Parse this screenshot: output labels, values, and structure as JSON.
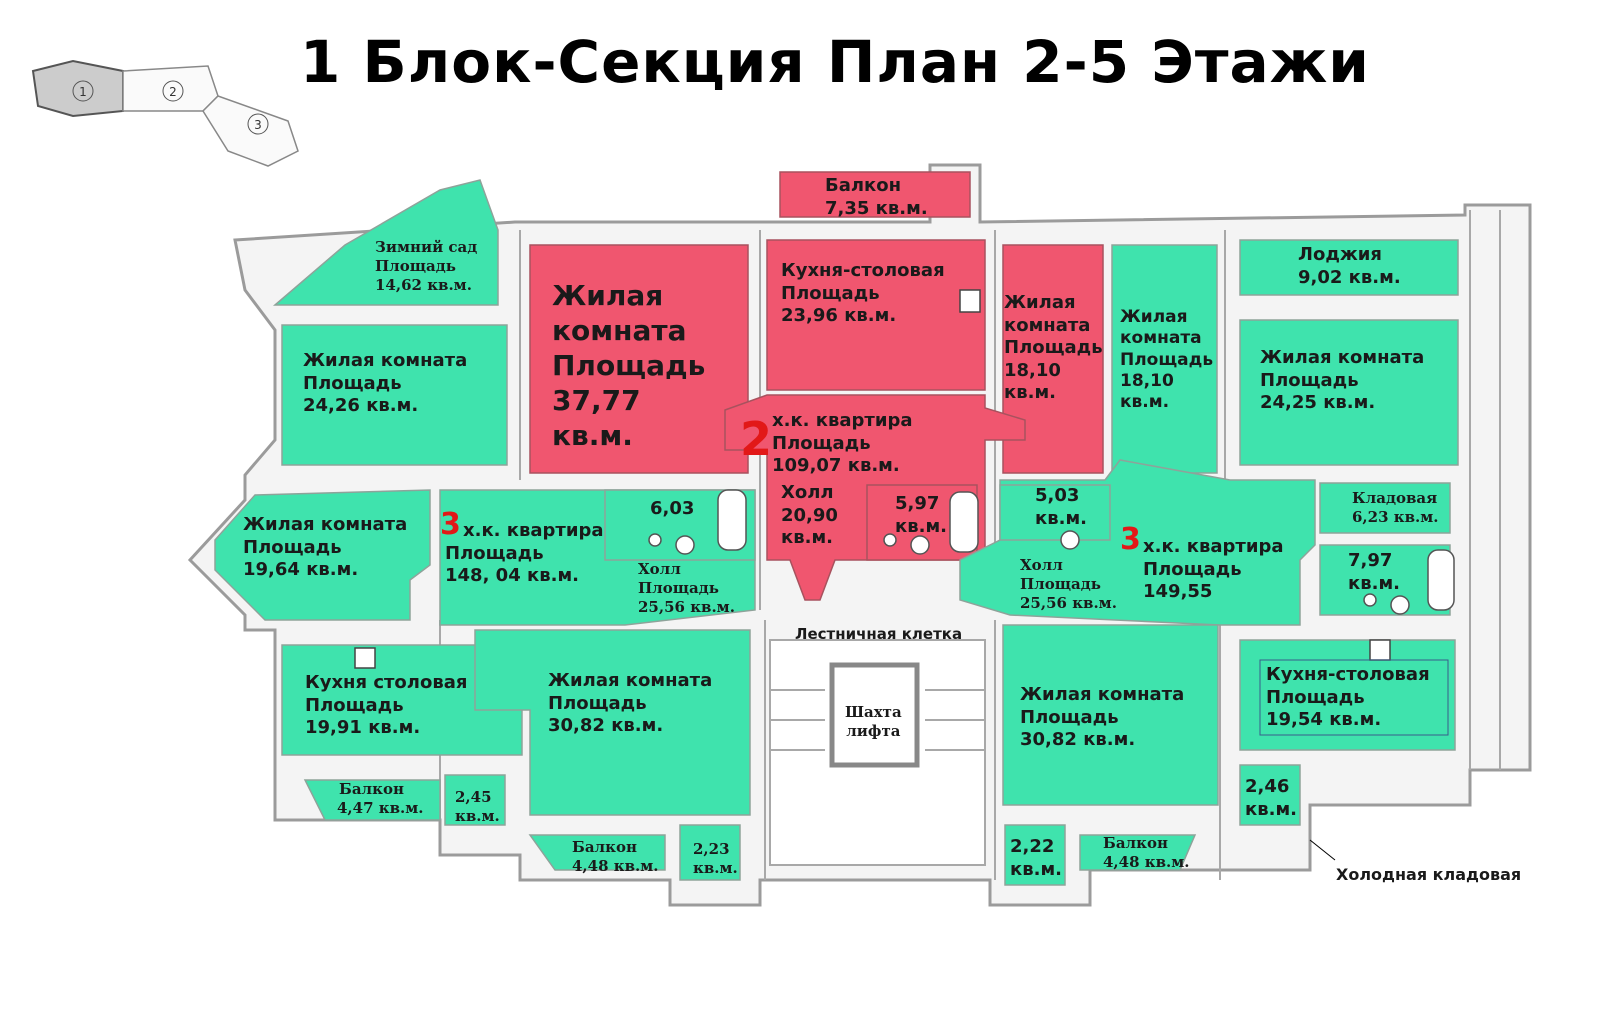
{
  "title": "1 Блок-Секция План 2-5 Этажи",
  "colors": {
    "apartment_3": "#3fe3ad",
    "apartment_2": "#f0566f",
    "walls": "#9b9b9b"
  },
  "locator": {
    "sections": [
      "1",
      "2",
      "3"
    ]
  },
  "apartments": [
    {
      "number": "3",
      "name": "х.к. квартира",
      "label2": "Площадь",
      "area": "148, 04 кв.м."
    },
    {
      "number": "2",
      "name": "х.к. квартира",
      "label2": "Площадь",
      "area": "109,07 кв.м."
    },
    {
      "number": "3",
      "name": "х.к. квартира",
      "label2": "Площадь",
      "area": "149,55"
    }
  ],
  "rooms": {
    "winter_garden": {
      "line1": "Зимний сад",
      "line2": "Площадь",
      "line3": "14,62 кв.м."
    },
    "left_living_1": {
      "line1": "Жилая комната",
      "line2": "Площадь",
      "line3": "24,26 кв.м."
    },
    "left_living_2": {
      "line1": "Жилая комната",
      "line2": "Площадь",
      "line3": "19,64 кв.м."
    },
    "left_bath": {
      "line1": "6,03"
    },
    "left_hall": {
      "line1": "Холл",
      "line2": "Площадь",
      "line3": "25,56 кв.м."
    },
    "left_kitchen": {
      "line1": "Кухня столовая",
      "line2": "Площадь",
      "line3": "19,91 кв.м."
    },
    "left_living_3": {
      "line1": "Жилая комната",
      "line2": "Площадь",
      "line3": "30,82 кв.м."
    },
    "left_balcony_1": {
      "line1": "Балкон",
      "line2": "4,47 кв.м."
    },
    "left_store_1": {
      "line1": "2,45",
      "line2": "кв.м."
    },
    "left_balcony_2": {
      "line1": "Балкон",
      "line2": "4,48 кв.м."
    },
    "left_store_2": {
      "line1": "2,23",
      "line2": "кв.м."
    },
    "top_balcony": {
      "line1": "Балкон",
      "line2": "7,35 кв.м."
    },
    "mid_living_big": {
      "line1": "Жилая",
      "line2": "комната",
      "line3": "Площадь",
      "line4": "37,77",
      "line5": "кв.м."
    },
    "mid_kitchen": {
      "line1": "Кухня-столовая",
      "line2": "Площадь",
      "line3": "23,96 кв.м."
    },
    "mid_living_2": {
      "line1": "Жилая",
      "line2": "комната",
      "line3": "Площадь",
      "line4": "18,10",
      "line5": "кв.м."
    },
    "mid_hall": {
      "line1": "Холл",
      "line2": "20,90",
      "line3": "кв.м."
    },
    "mid_bath": {
      "line1": "5,97",
      "line2": "кв.м."
    },
    "right_living_1": {
      "line1": "Жилая",
      "line2": "комната",
      "line3": "Площадь",
      "line4": "18,10",
      "line5": "кв.м."
    },
    "right_loggia": {
      "line1": "Лоджия",
      "line2": "9,02 кв.м."
    },
    "right_living_2": {
      "line1": "Жилая комната",
      "line2": "Площадь",
      "line3": "24,25 кв.м."
    },
    "right_bath_1": {
      "line1": "5,03",
      "line2": "кв.м."
    },
    "right_pantry": {
      "line1": "Кладовая",
      "line2": "6,23 кв.м."
    },
    "right_hall": {
      "line1": "Холл",
      "line2": "Площадь",
      "line3": "25,56 кв.м."
    },
    "right_bath_2": {
      "line1": "7,97",
      "line2": "кв.м."
    },
    "right_living_3": {
      "line1": "Жилая комната",
      "line2": "Площадь",
      "line3": "30,82 кв.м."
    },
    "right_kitchen": {
      "line1": "Кухня-столовая",
      "line2": "Площадь",
      "line3": "19,54 кв.м."
    },
    "right_store_1": {
      "line1": "2,46",
      "line2": "кв.м."
    },
    "right_store_2": {
      "line1": "2,22",
      "line2": "кв.м."
    },
    "right_balcony": {
      "line1": "Балкон",
      "line2": "4,48 кв.м."
    }
  },
  "common": {
    "stairwell": "Лестничная клетка",
    "elevator_line1": "Шахта",
    "elevator_line2": "лифта",
    "cold_storage": "Холодная кладовая"
  }
}
